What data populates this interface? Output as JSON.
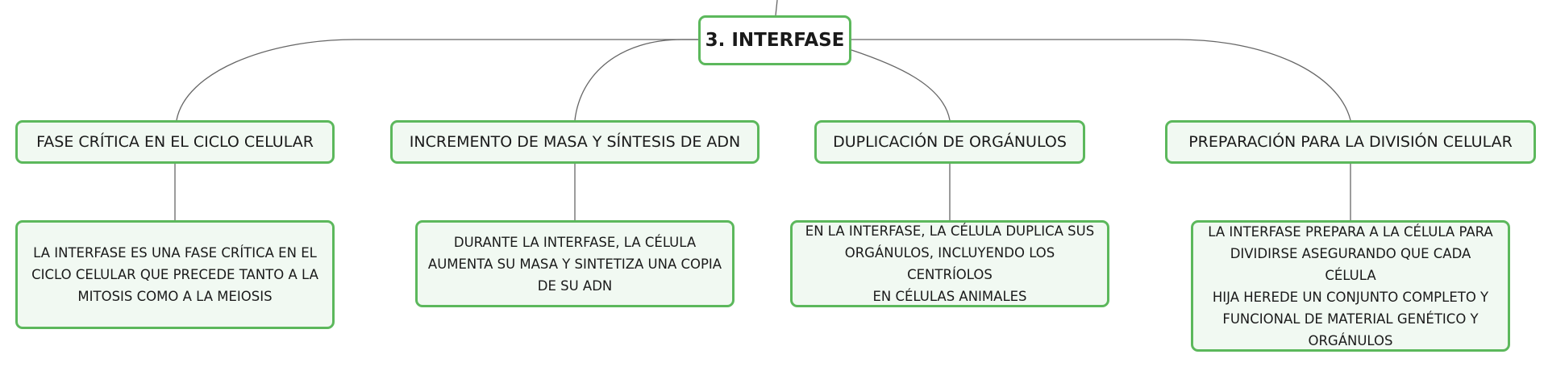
{
  "colors": {
    "border": "#5cb85c",
    "fill": "#f1f9f2",
    "connector": "#666666"
  },
  "root": {
    "label": "3. INTERFASE"
  },
  "branches": [
    {
      "label": "FASE CRÍTICA EN EL CICLO CELULAR"
    },
    {
      "label": "INCREMENTO DE MASA Y SÍNTESIS DE ADN"
    },
    {
      "label": "DUPLICACIÓN DE ORGÁNULOS"
    },
    {
      "label": "PREPARACIÓN PARA LA DIVISIÓN CELULAR"
    }
  ],
  "details": [
    {
      "lines": [
        "LA INTERFASE ES UNA FASE CRÍTICA EN EL",
        "CICLO CELULAR QUE PRECEDE TANTO A LA",
        "MITOSIS COMO A LA MEIOSIS"
      ]
    },
    {
      "lines": [
        "DURANTE LA INTERFASE, LA CÉLULA",
        "AUMENTA SU MASA Y SINTETIZA UNA COPIA",
        "DE SU ADN"
      ]
    },
    {
      "lines": [
        "EN LA INTERFASE, LA CÉLULA DUPLICA SUS",
        "ORGÁNULOS, INCLUYENDO LOS CENTRÍOLOS",
        "EN CÉLULAS ANIMALES"
      ]
    },
    {
      "lines": [
        "LA INTERFASE PREPARA A LA CÉLULA PARA",
        "DIVIDIRSE ASEGURANDO QUE CADA CÉLULA",
        "HIJA HEREDE UN CONJUNTO COMPLETO Y",
        "FUNCIONAL DE MATERIAL GENÉTICO Y",
        "ORGÁNULOS"
      ]
    }
  ]
}
